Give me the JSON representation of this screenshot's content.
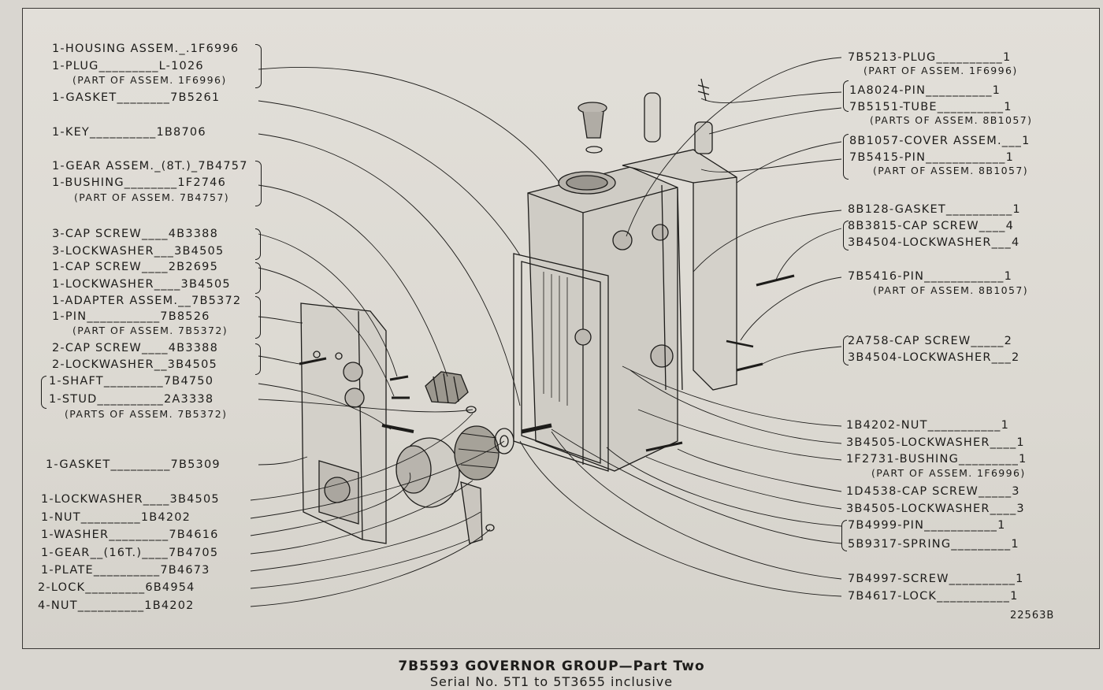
{
  "left_labels": [
    {
      "text": "1-HOUSING ASSEM._.1F6996"
    },
    {
      "text": "1-PLUG_________L-1026"
    },
    {
      "text": "(PART OF ASSEM. 1F6996)"
    },
    {
      "text": "1-GASKET________7B5261"
    },
    {
      "text": "1-KEY__________1B8706"
    },
    {
      "text": "1-GEAR ASSEM._(8T.)_7B4757"
    },
    {
      "text": "1-BUSHING________1F2746"
    },
    {
      "text": "(PART OF ASSEM. 7B4757)"
    },
    {
      "text": "3-CAP SCREW____4B3388"
    },
    {
      "text": "3-LOCKWASHER___3B4505"
    },
    {
      "text": "1-CAP SCREW____2B2695"
    },
    {
      "text": "1-LOCKWASHER____3B4505"
    },
    {
      "text": "1-ADAPTER ASSEM.__7B5372"
    },
    {
      "text": "1-PIN___________7B8526"
    },
    {
      "text": "(PART OF ASSEM. 7B5372)"
    },
    {
      "text": "2-CAP SCREW____4B3388"
    },
    {
      "text": "2-LOCKWASHER__3B4505"
    },
    {
      "text": "1-SHAFT_________7B4750"
    },
    {
      "text": "1-STUD__________2A3338"
    },
    {
      "text": "(PARTS OF ASSEM. 7B5372)"
    },
    {
      "text": "1-GASKET_________7B5309"
    },
    {
      "text": "1-LOCKWASHER____3B4505"
    },
    {
      "text": "1-NUT_________1B4202"
    },
    {
      "text": "1-WASHER_________7B4616"
    },
    {
      "text": "1-GEAR__(16T.)____7B4705"
    },
    {
      "text": "1-PLATE__________7B4673"
    },
    {
      "text": "2-LOCK_________6B4954"
    },
    {
      "text": "4-NUT__________1B4202"
    }
  ],
  "right_labels": [
    {
      "text": "7B5213-PLUG__________1"
    },
    {
      "text": "(PART OF ASSEM. 1F6996)"
    },
    {
      "text": "1A8024-PIN__________1"
    },
    {
      "text": "7B5151-TUBE__________1"
    },
    {
      "text": "(PARTS OF ASSEM. 8B1057)"
    },
    {
      "text": "8B1057-COVER ASSEM.___1"
    },
    {
      "text": "7B5415-PIN____________1"
    },
    {
      "text": "(PART OF ASSEM. 8B1057)"
    },
    {
      "text": "8B128-GASKET__________1"
    },
    {
      "text": "8B3815-CAP SCREW____4"
    },
    {
      "text": "3B4504-LOCKWASHER___4"
    },
    {
      "text": "7B5416-PIN____________1"
    },
    {
      "text": "(PART OF ASSEM. 8B1057)"
    },
    {
      "text": "2A758-CAP SCREW_____2"
    },
    {
      "text": "3B4504-LOCKWASHER___2"
    },
    {
      "text": "1B4202-NUT___________1"
    },
    {
      "text": "3B4505-LOCKWASHER____1"
    },
    {
      "text": "1F2731-BUSHING_________1"
    },
    {
      "text": "(PART OF ASSEM. 1F6996)"
    },
    {
      "text": "1D4538-CAP SCREW_____3"
    },
    {
      "text": "3B4505-LOCKWASHER____3"
    },
    {
      "text": "7B4999-PIN___________1"
    },
    {
      "text": "5B9317-SPRING_________1"
    },
    {
      "text": "7B4997-SCREW__________1"
    },
    {
      "text": "7B4617-LOCK___________1"
    }
  ],
  "figure_number": "22563B",
  "caption": {
    "title": "7B5593 GOVERNOR GROUP—Part Two",
    "serial": "Serial No. 5T1 to 5T3655 inclusive"
  }
}
